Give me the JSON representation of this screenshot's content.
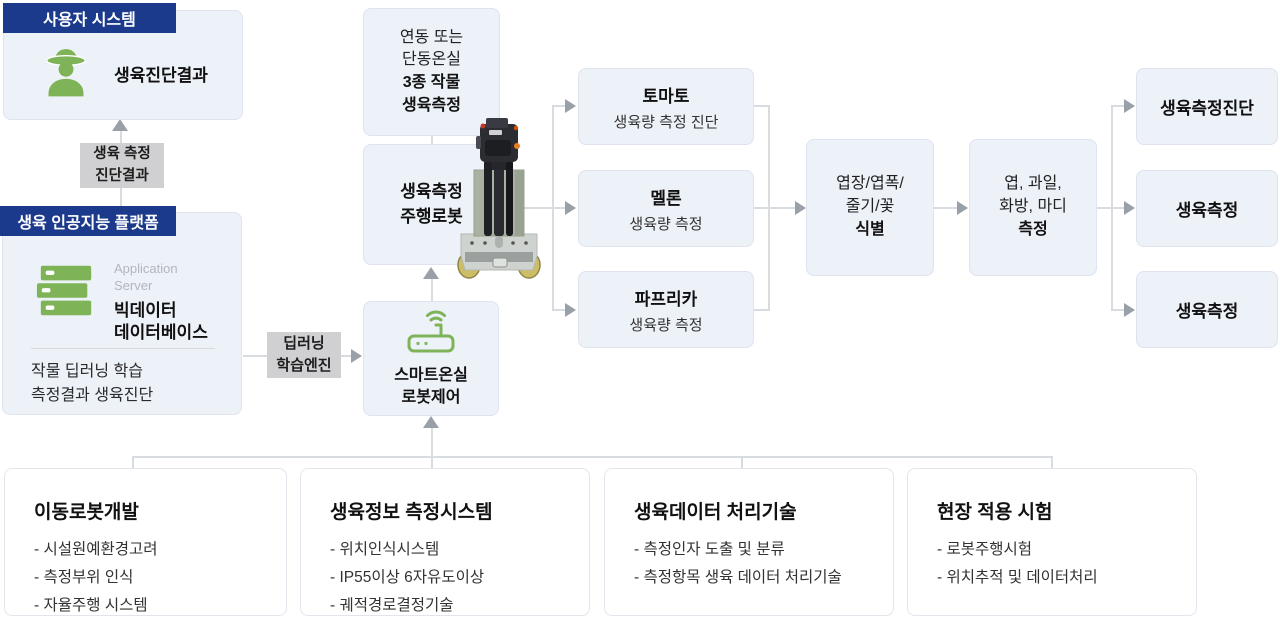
{
  "colors": {
    "navy": "#1b3a8c",
    "green": "#7eb457",
    "flow_box_fill": "#edf1f8",
    "flow_box_border": "#dfe3ef",
    "connector_line": "#d8dbe0",
    "arrowhead": "#9aa0a8",
    "gray_label_bg": "#d0d0d2"
  },
  "user_system": {
    "header": "사용자 시스템",
    "result_label": "생육진단결과"
  },
  "diagnosis_label": "생육 측정\n진단결과",
  "ai_platform": {
    "header": "생육 인공지능 플랫폼",
    "server_caption": "Application\nServer",
    "server_title": "빅데이터\n데이터베이스",
    "description": "작물 딥러닝 학습\n측정결과 생육진단"
  },
  "deep_learning_label": "딥러닝\n학습엔진",
  "greenhouse_box": {
    "normal": "연동 또는\n단동온실",
    "bold": "3종 작물\n생육측정"
  },
  "robot_box_label": "생육측정\n주행로봇",
  "smart_control_label": "스마트온실\n로봇제어",
  "crops": [
    {
      "name": "토마토",
      "sub": "생육량 측정 진단"
    },
    {
      "name": "멜론",
      "sub": "생육량 측정"
    },
    {
      "name": "파프리카",
      "sub": "생육량 측정"
    }
  ],
  "identify_box": {
    "normal": "엽장/엽폭/\n줄기/꽃",
    "bold": "식별"
  },
  "measure_box": {
    "normal": "엽, 과일,\n화방, 마디",
    "bold": "측정"
  },
  "results": [
    {
      "label": "생육측정진단"
    },
    {
      "label": "생육측정"
    },
    {
      "label": "생육측정"
    }
  ],
  "bottom_boxes": [
    {
      "title": "이동로봇개발",
      "items": [
        "- 시설원예환경고려",
        "- 측정부위 인식",
        "- 자율주행 시스템"
      ]
    },
    {
      "title": "생육정보 측정시스템",
      "items": [
        "- 위치인식시스템",
        "- IP55이상 6자유도이상",
        "- 궤적경로결정기술"
      ]
    },
    {
      "title": "생육데이터 처리기술",
      "items": [
        "- 측정인자 도출 및 분류",
        "- 측정항목 생육 데이터 처리기술"
      ]
    },
    {
      "title": "현장 적용 시험",
      "items": [
        "- 로봇주행시험",
        "- 위치추적 및 데이터처리"
      ]
    }
  ]
}
